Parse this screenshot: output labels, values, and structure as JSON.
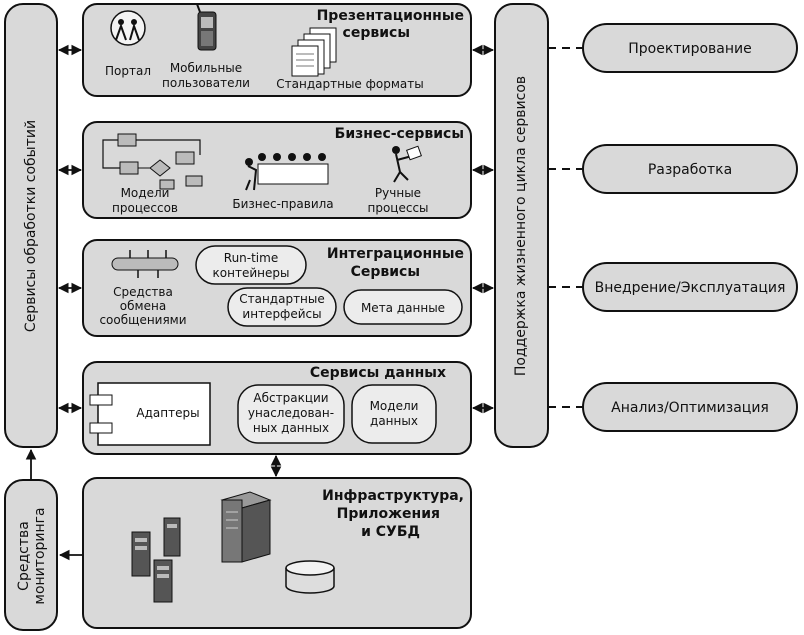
{
  "left_bar": {
    "label": "Сервисы обработки событий"
  },
  "monitoring": {
    "label_line1": "Средства",
    "label_line2": "мониторинга"
  },
  "right_bar": {
    "label": "Поддержка жизненного цикла сервисов"
  },
  "presentation": {
    "title_line1": "Презентационные",
    "title_line2": "сервисы",
    "portal": "Портал",
    "mobile_line1": "Мобильные",
    "mobile_line2": "пользователи",
    "formats": "Стандартные форматы"
  },
  "business": {
    "title": "Бизнес-сервисы",
    "models_line1": "Модели",
    "models_line2": "процессов",
    "rules": "Бизнес-правила",
    "manual_line1": "Ручные",
    "manual_line2": "процессы"
  },
  "integration": {
    "title_line1": "Интеграционные",
    "title_line2": "Сервисы",
    "means_line1": "Средства",
    "means_line2": "обмена",
    "means_line3": "сообщениями",
    "runtime_line1": "Run-time",
    "runtime_line2": "контейнеры",
    "std_line1": "Стандартные",
    "std_line2": "интерфейсы",
    "meta": "Мета данные"
  },
  "data_services": {
    "title": "Сервисы данных",
    "adapters": "Адаптеры",
    "abs_line1": "Абстракции",
    "abs_line2": "унаследован-",
    "abs_line3": "ных данных",
    "models_line1": "Модели",
    "models_line2": "данных"
  },
  "infra": {
    "title_line1": "Инфраструктура,",
    "title_line2": "Приложения",
    "title_line3": "и СУБД"
  },
  "lifecycle": {
    "design": "Проектирование",
    "development": "Разработка",
    "deploy": "Внедрение/Эксплуатация",
    "analysis": "Анализ/Оптимизация"
  },
  "colors": {
    "fill": "#d9d9d9",
    "inner": "#ececec",
    "stroke": "#111111",
    "icon_dark": "#555555"
  }
}
